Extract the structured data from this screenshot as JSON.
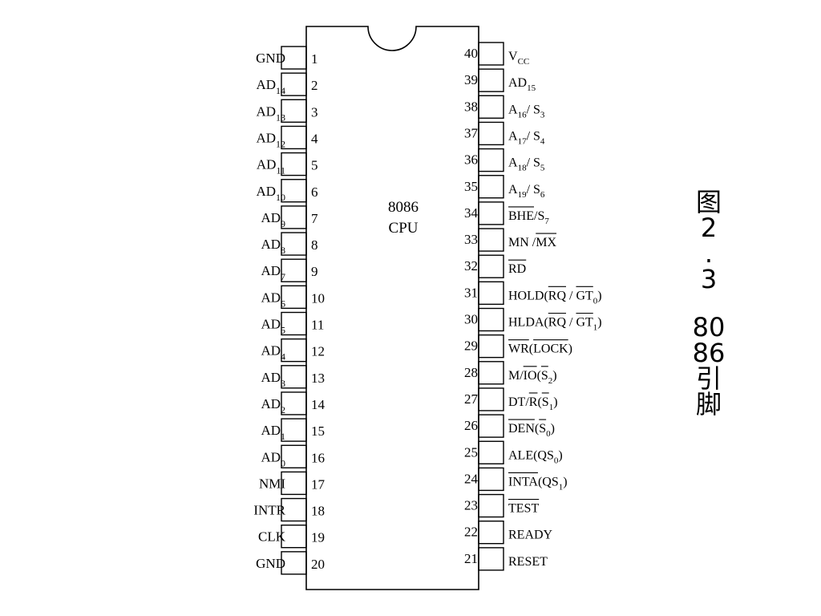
{
  "chip": {
    "line1": "8086",
    "line2": "CPU"
  },
  "left_pins": [
    {
      "number": "1",
      "name": "GND",
      "sub": ""
    },
    {
      "number": "2",
      "name": "AD",
      "sub": "14"
    },
    {
      "number": "3",
      "name": "AD",
      "sub": "13"
    },
    {
      "number": "4",
      "name": "AD",
      "sub": "12"
    },
    {
      "number": "5",
      "name": "AD",
      "sub": "11"
    },
    {
      "number": "6",
      "name": "AD",
      "sub": "10"
    },
    {
      "number": "7",
      "name": "AD",
      "sub": "9"
    },
    {
      "number": "8",
      "name": "AD",
      "sub": "8"
    },
    {
      "number": "9",
      "name": "AD",
      "sub": "7"
    },
    {
      "number": "10",
      "name": "AD",
      "sub": "6"
    },
    {
      "number": "11",
      "name": "AD",
      "sub": "5"
    },
    {
      "number": "12",
      "name": "AD",
      "sub": "4"
    },
    {
      "number": "13",
      "name": "AD",
      "sub": "3"
    },
    {
      "number": "14",
      "name": "AD",
      "sub": "2"
    },
    {
      "number": "15",
      "name": "AD",
      "sub": "1"
    },
    {
      "number": "16",
      "name": "AD",
      "sub": "0"
    },
    {
      "number": "17",
      "name": "NMI",
      "sub": ""
    },
    {
      "number": "18",
      "name": "INTR",
      "sub": ""
    },
    {
      "number": "19",
      "name": "CLK",
      "sub": ""
    },
    {
      "number": "20",
      "name": "GND",
      "sub": ""
    }
  ],
  "right_pins": [
    {
      "number": "40",
      "segments": [
        {
          "t": "V"
        },
        {
          "t": "CC",
          "sub": true
        }
      ]
    },
    {
      "number": "39",
      "segments": [
        {
          "t": "AD"
        },
        {
          "t": "15",
          "sub": true
        }
      ]
    },
    {
      "number": "38",
      "segments": [
        {
          "t": "A"
        },
        {
          "t": "16",
          "sub": true
        },
        {
          "t": "/ S"
        },
        {
          "t": "3",
          "sub": true
        }
      ]
    },
    {
      "number": "37",
      "segments": [
        {
          "t": "A"
        },
        {
          "t": "17",
          "sub": true
        },
        {
          "t": "/ S"
        },
        {
          "t": "4",
          "sub": true
        }
      ]
    },
    {
      "number": "36",
      "segments": [
        {
          "t": "A"
        },
        {
          "t": "18",
          "sub": true
        },
        {
          "t": "/ S"
        },
        {
          "t": "5",
          "sub": true
        }
      ]
    },
    {
      "number": "35",
      "segments": [
        {
          "t": "A"
        },
        {
          "t": "19",
          "sub": true
        },
        {
          "t": "/ S"
        },
        {
          "t": "6",
          "sub": true
        }
      ]
    },
    {
      "number": "34",
      "segments": [
        {
          "t": "BHE",
          "over": true
        },
        {
          "t": "/S"
        },
        {
          "t": "7",
          "sub": true
        }
      ]
    },
    {
      "number": "33",
      "segments": [
        {
          "t": "MN /"
        },
        {
          "t": "MX",
          "over": true
        }
      ]
    },
    {
      "number": "32",
      "segments": [
        {
          "t": "RD",
          "over": true
        }
      ]
    },
    {
      "number": "31",
      "segments": [
        {
          "t": "HOLD("
        },
        {
          "t": "RQ",
          "over": true
        },
        {
          "t": " / "
        },
        {
          "t": "GT",
          "over": true
        },
        {
          "t": "0",
          "sub": true
        },
        {
          "t": ")"
        }
      ]
    },
    {
      "number": "30",
      "segments": [
        {
          "t": "HLDA("
        },
        {
          "t": "RQ",
          "over": true
        },
        {
          "t": " / "
        },
        {
          "t": "GT",
          "over": true
        },
        {
          "t": "1",
          "sub": true
        },
        {
          "t": ")"
        }
      ]
    },
    {
      "number": "29",
      "segments": [
        {
          "t": "WR",
          "over": true
        },
        {
          "t": "("
        },
        {
          "t": "LOCK",
          "over": true
        },
        {
          "t": ")"
        }
      ]
    },
    {
      "number": "28",
      "segments": [
        {
          "t": "M/"
        },
        {
          "t": "IO",
          "over": true
        },
        {
          "t": "("
        },
        {
          "t": "S",
          "over": true
        },
        {
          "t": "2",
          "sub": true
        },
        {
          "t": ")"
        }
      ]
    },
    {
      "number": "27",
      "segments": [
        {
          "t": "DT/"
        },
        {
          "t": "R",
          "over": true
        },
        {
          "t": "("
        },
        {
          "t": "S",
          "over": true
        },
        {
          "t": "1",
          "sub": true
        },
        {
          "t": ")"
        }
      ]
    },
    {
      "number": "26",
      "segments": [
        {
          "t": "DEN",
          "over": true
        },
        {
          "t": "("
        },
        {
          "t": "S",
          "over": true
        },
        {
          "t": "0",
          "sub": true
        },
        {
          "t": ")"
        }
      ]
    },
    {
      "number": "25",
      "segments": [
        {
          "t": "ALE(QS"
        },
        {
          "t": "0",
          "sub": true
        },
        {
          "t": ")"
        }
      ]
    },
    {
      "number": "24",
      "segments": [
        {
          "t": "INTA",
          "over": true
        },
        {
          "t": "(QS"
        },
        {
          "t": "1",
          "sub": true
        },
        {
          "t": ")"
        }
      ]
    },
    {
      "number": "23",
      "segments": [
        {
          "t": "TEST",
          "over": true
        }
      ]
    },
    {
      "number": "22",
      "segments": [
        {
          "t": "READY"
        }
      ]
    },
    {
      "number": "21",
      "segments": [
        {
          "t": "RESET"
        }
      ]
    }
  ],
  "caption": {
    "lines": [
      "图",
      "2",
      ".",
      "3",
      "",
      "80",
      "86",
      "引",
      "脚"
    ]
  }
}
